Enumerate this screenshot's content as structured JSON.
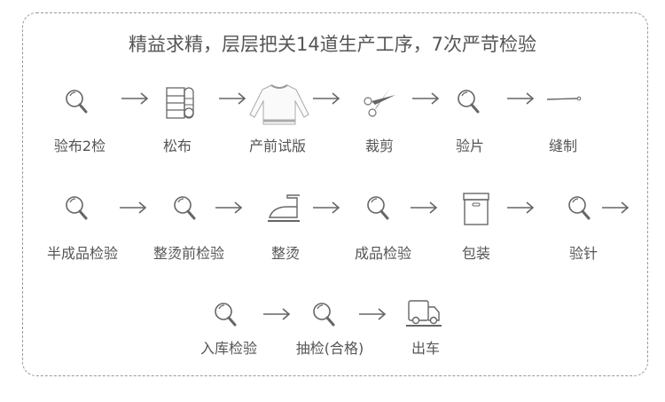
{
  "title": "精益求精，层层把关14道生产工序，7次严苛检验",
  "steps": [
    {
      "label": "验布2检",
      "icon": "magnifier-icon"
    },
    {
      "label": "松布",
      "icon": "fabric-rolls-icon"
    },
    {
      "label": "产前试版",
      "icon": "sweater-icon"
    },
    {
      "label": "裁剪",
      "icon": "scissors-icon"
    },
    {
      "label": "验片",
      "icon": "magnifier-icon"
    },
    {
      "label": "缝制",
      "icon": "needle-icon"
    },
    {
      "label": "半成品检验",
      "icon": "magnifier-icon"
    },
    {
      "label": "整烫前检验",
      "icon": "magnifier-icon"
    },
    {
      "label": "整烫",
      "icon": "iron-icon"
    },
    {
      "label": "成品检验",
      "icon": "magnifier-icon"
    },
    {
      "label": "包装",
      "icon": "box-icon"
    },
    {
      "label": "验针",
      "icon": "magnifier-icon"
    },
    {
      "label": "入库检验",
      "icon": "magnifier-icon"
    },
    {
      "label": "抽检(合格)",
      "icon": "magnifier-icon"
    },
    {
      "label": "出车",
      "icon": "truck-icon"
    }
  ],
  "colors": {
    "text": "#555555",
    "icon": "#666666",
    "border": "#999999"
  }
}
